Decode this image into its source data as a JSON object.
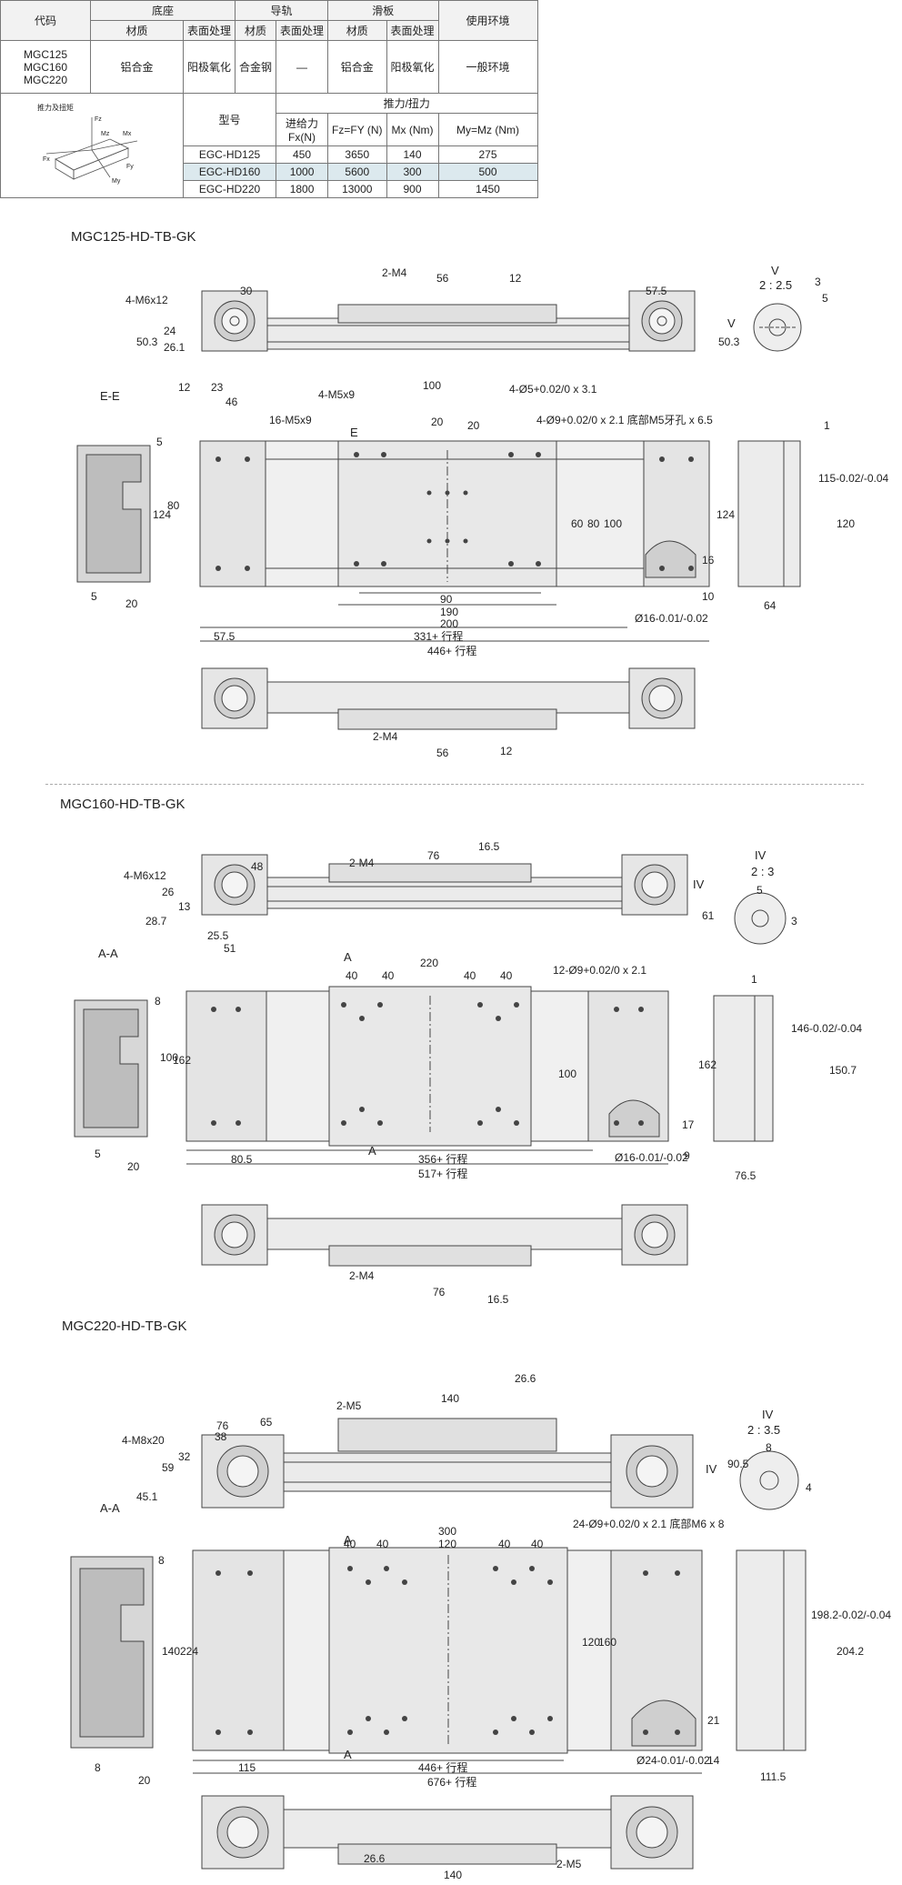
{
  "table": {
    "h_code": "代码",
    "h_base": "底座",
    "h_rail": "导轨",
    "h_slide": "滑板",
    "h_env": "使用环境",
    "h_material": "材质",
    "h_surface": "表面处理",
    "codes": "MGC125 MGC160 MGC220",
    "base_material": "铝合金",
    "base_surface": "阳极氧化",
    "rail_material": "合金钢",
    "rail_surface": "—",
    "slide_material": "铝合金",
    "slide_surface": "阳极氧化",
    "env": "一般环境",
    "force_caption": "推力及扭矩",
    "h_model": "型号",
    "h_force": "推力/扭力",
    "h_fx": "进给力 Fx(N)",
    "h_fz": "Fz=FY (N)",
    "h_mx": "Mx (Nm)",
    "h_my": "My=Mz (Nm)",
    "rows": [
      {
        "model": "EGC-HD125",
        "fx": "450",
        "fz": "3650",
        "mx": "140",
        "my": "275"
      },
      {
        "model": "EGC-HD160",
        "fx": "1000",
        "fz": "5600",
        "mx": "300",
        "my": "500"
      },
      {
        "model": "EGC-HD220",
        "fx": "1800",
        "fz": "13000",
        "mx": "900",
        "my": "1450"
      }
    ],
    "axis_labels": {
      "fz": "Fz",
      "mz": "Mz",
      "mx": "Mx",
      "fy": "Fy",
      "my": "My",
      "fx": "Fx"
    }
  },
  "sections": [
    {
      "title": "MGC125-HD-TB-GK",
      "section_label": "E-E",
      "view_label": "V",
      "view_scale": "2 : 2.5",
      "dims": {
        "tap_ends": "4-M6x12",
        "d30": "30",
        "d57_5a": "57.5",
        "m4_top": "2-M4",
        "d56_top": "56",
        "d12_top": "12",
        "d50_3a": "50.3",
        "d24": "24",
        "d26_1": "26.1",
        "d12_side": "12",
        "d23": "23",
        "d46": "46",
        "d50_3b": "50.3",
        "d100": "100",
        "m5x9": "4-M5x9",
        "m5_16": "16-M5x9",
        "hole5": "4-Ø5+0.02/0 x 3.1",
        "hole9": "4-Ø9+0.02/0 x 2.1 底部M5牙孔 x 6.5",
        "d20a": "20",
        "d20b": "20",
        "d60": "60",
        "d80": "80",
        "d100v": "100",
        "d124": "124",
        "d80s": "80",
        "d5s": "5",
        "d5b": "5",
        "d20s": "20",
        "d90": "90",
        "d190": "190",
        "d200": "200",
        "d57_5b": "57.5",
        "stroke331": "331+ 行程",
        "stroke446": "446+ 行程",
        "d16h": "16",
        "d10h": "10",
        "shaft16": "Ø16-0.01/-0.02",
        "d64": "64",
        "d124r": "124",
        "d115": "115-0.02/-0.04",
        "d120": "120",
        "d1r": "1",
        "v_d3": "3",
        "v_d5": "5",
        "m4_bot": "2-M4",
        "d56_bot": "56",
        "d12_bot": "12",
        "cut_e": "E"
      }
    },
    {
      "title": "MGC160-HD-TB-GK",
      "section_label": "A-A",
      "view_label": "IV",
      "view_scale": "2 : 3",
      "dims": {
        "tap_ends": "4-M6x12",
        "d48": "48",
        "d26": "26",
        "d13": "13",
        "d28_7": "28.7",
        "d25_5": "25.5",
        "d51": "51",
        "m4_top": "2-M4",
        "d76_top": "76",
        "d16_5top": "16.5",
        "d61": "61",
        "d220": "220",
        "d40a": "40",
        "d40b": "40",
        "d40c": "40",
        "d40d": "40",
        "hole12": "12-Ø9+0.02/0 x 2.1",
        "d100": "100",
        "d162": "162",
        "d100s": "100",
        "d8s": "8",
        "d5s": "5",
        "d20s": "20",
        "d80_5": "80.5",
        "stroke356": "356+ 行程",
        "stroke517": "517+ 行程",
        "d17h": "17",
        "d9h": "9",
        "shaft16": "Ø16-0.01/-0.02",
        "d76_5": "76.5",
        "d162r": "162",
        "d146": "146-0.02/-0.04",
        "d150_7": "150.7",
        "d1r": "1",
        "v_d5": "5",
        "v_d3": "3",
        "m4_bot": "2-M4",
        "d76_bot": "76",
        "d16_5bot": "16.5",
        "cut_a": "A"
      }
    },
    {
      "title": "MGC220-HD-TB-GK",
      "section_label": "A-A",
      "view_label": "IV",
      "view_scale": "2 : 3.5",
      "dims": {
        "tap_ends": "4-M8x20",
        "d65": "65",
        "d38": "38",
        "d76": "76",
        "d59": "59",
        "d32": "32",
        "d45_1": "45.1",
        "m5_top": "2-M5",
        "d140_top": "140",
        "d26_6top": "26.6",
        "d90_5": "90.5",
        "d300": "300",
        "d40a": "40",
        "d40b": "40",
        "d120": "120",
        "d40c": "40",
        "d40d": "40",
        "hole24": "24-Ø9+0.02/0 x 2.1 底部M6 x 8",
        "d120v": "120",
        "d160v": "160",
        "d224": "224",
        "d140s": "140",
        "d8s": "8",
        "d8b": "8",
        "d20s": "20",
        "d115": "115",
        "stroke446": "446+ 行程",
        "stroke676": "676+ 行程",
        "d21h": "21",
        "d14h": "14",
        "shaft24": "Ø24-0.01/-0.02",
        "d111_5": "111.5",
        "d198_2": "198.2-0.02/-0.04",
        "d204_2": "204.2",
        "v_d8": "8",
        "v_d4": "4",
        "m5_bot": "2-M5",
        "d140_bot": "140",
        "d26_6bot": "26.6",
        "cut_a": "A"
      }
    }
  ]
}
